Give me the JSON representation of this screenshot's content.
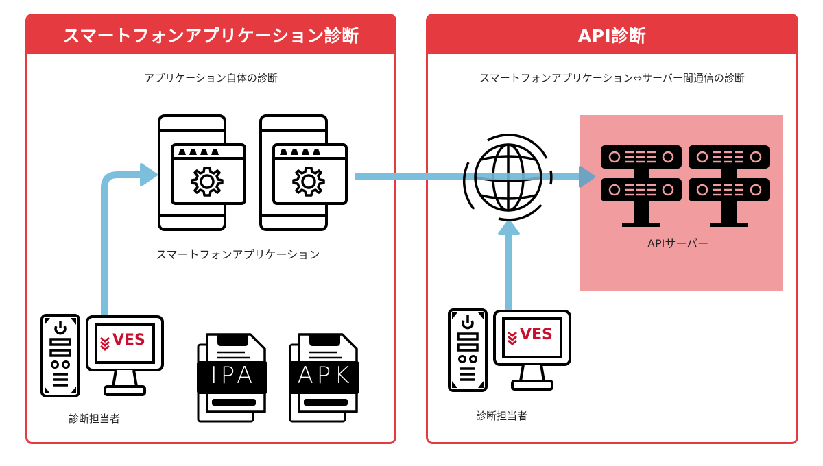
{
  "left_panel": {
    "title": "スマートフォンアプリケーション診断",
    "subtitle": "アプリケーション自体の診断",
    "app_label": "スマートフォンアプリケーション",
    "tester_label": "診断担当者",
    "tester_screen_logo": "VES",
    "files": [
      {
        "label": "IPA"
      },
      {
        "label": "APK"
      }
    ]
  },
  "right_panel": {
    "title": "API診断",
    "subtitle": "スマートフォンアプリケーション⇔サーバー間通信の診断",
    "server_label": "APIサーバー",
    "tester_label": "診断担当者",
    "tester_screen_logo": "VES"
  },
  "colors": {
    "accent_red": "#e53a40",
    "arrow_blue": "#7bbfdd",
    "server_bg": "#f19c9e",
    "logo_red": "#c8102e"
  }
}
